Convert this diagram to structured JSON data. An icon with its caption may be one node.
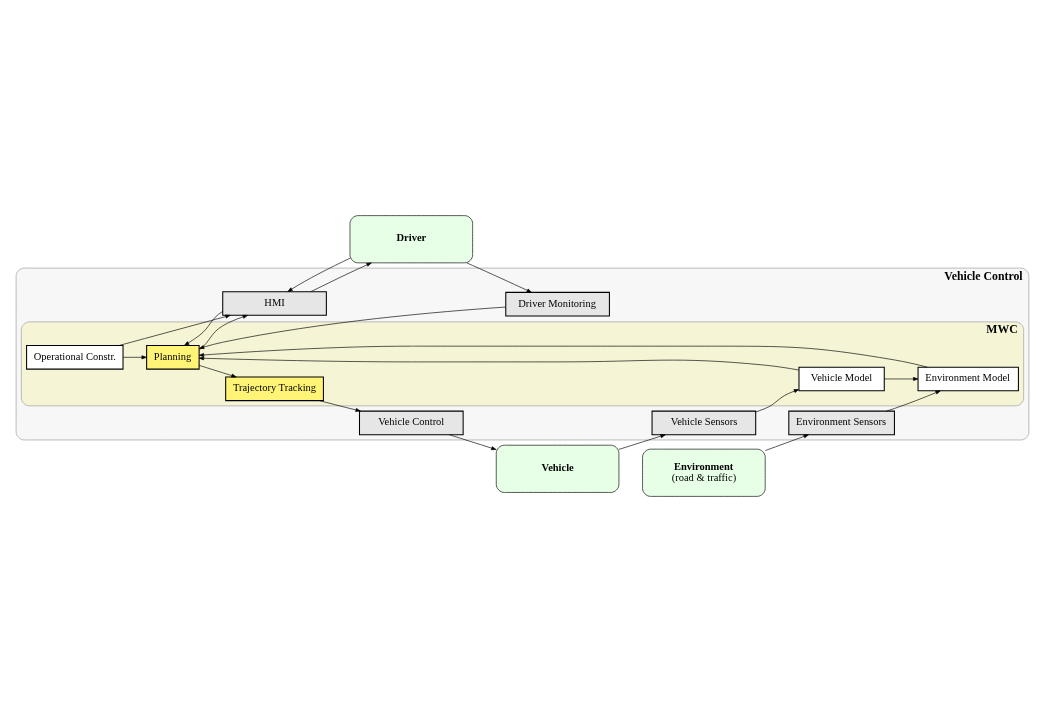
{
  "diagram": {
    "nodes": [
      {
        "text": [
          "Vehicle Control"
        ]
      },
      {
        "text": [
          "MWC"
        ],
        "in": 0
      },
      {
        "text": [
          "Driver"
        ]
      },
      {
        "text": [
          "Environment",
          "(road & traffic)"
        ]
      },
      {
        "text": [
          "Vehicle"
        ]
      },
      {
        "text": [
          "Driver Monitoring"
        ],
        "in": 0
      },
      {
        "text": [
          "HMI"
        ],
        "in": 0
      },
      {
        "text": [
          "Environment Sensors"
        ],
        "in": 0
      },
      {
        "text": [
          "Vehicle Sensors"
        ],
        "in": 0
      },
      {
        "text": [
          "Vehicle Control"
        ],
        "in": 0
      },
      {
        "text": [
          "Operational Constr."
        ],
        "in": 1
      },
      {
        "text": [
          "Environment Model"
        ],
        "in": 1
      },
      {
        "text": [
          "Vehicle Model"
        ],
        "in": 1
      },
      {
        "text": [
          "Planning"
        ],
        "in": 1
      },
      {
        "text": [
          "Trajectory Tracking"
        ],
        "in": 1
      }
    ],
    "edges": [
      {
        "from": 2,
        "to": 5,
        "arrow": "to"
      },
      {
        "from": 2,
        "to": 6,
        "arrow": "to"
      },
      {
        "from": 6,
        "to": 2,
        "arrow": "to"
      },
      {
        "from": 5,
        "to": 13,
        "arrow": "to"
      },
      {
        "from": 6,
        "to": 13,
        "arrow": "to"
      },
      {
        "from": 13,
        "to": 6,
        "arrow": "to"
      },
      {
        "from": 10,
        "to": 6,
        "arrow": "to"
      },
      {
        "from": 10,
        "to": 13,
        "arrow": "to"
      },
      {
        "from": 3,
        "to": 7,
        "arrow": "to"
      },
      {
        "from": 7,
        "to": 11,
        "arrow": "to"
      },
      {
        "from": 11,
        "to": 13,
        "arrow": "to"
      },
      {
        "from": 12,
        "to": 11,
        "arrow": "to"
      },
      {
        "from": 4,
        "to": 8,
        "arrow": "to"
      },
      {
        "from": 8,
        "to": 12,
        "arrow": "to"
      },
      {
        "from": 12,
        "to": 13,
        "arrow": "to"
      },
      {
        "from": 13,
        "to": 14,
        "arrow": "to"
      },
      {
        "from": 14,
        "to": 9,
        "arrow": "to"
      },
      {
        "from": 9,
        "to": 4,
        "arrow": "to"
      }
    ]
  }
}
